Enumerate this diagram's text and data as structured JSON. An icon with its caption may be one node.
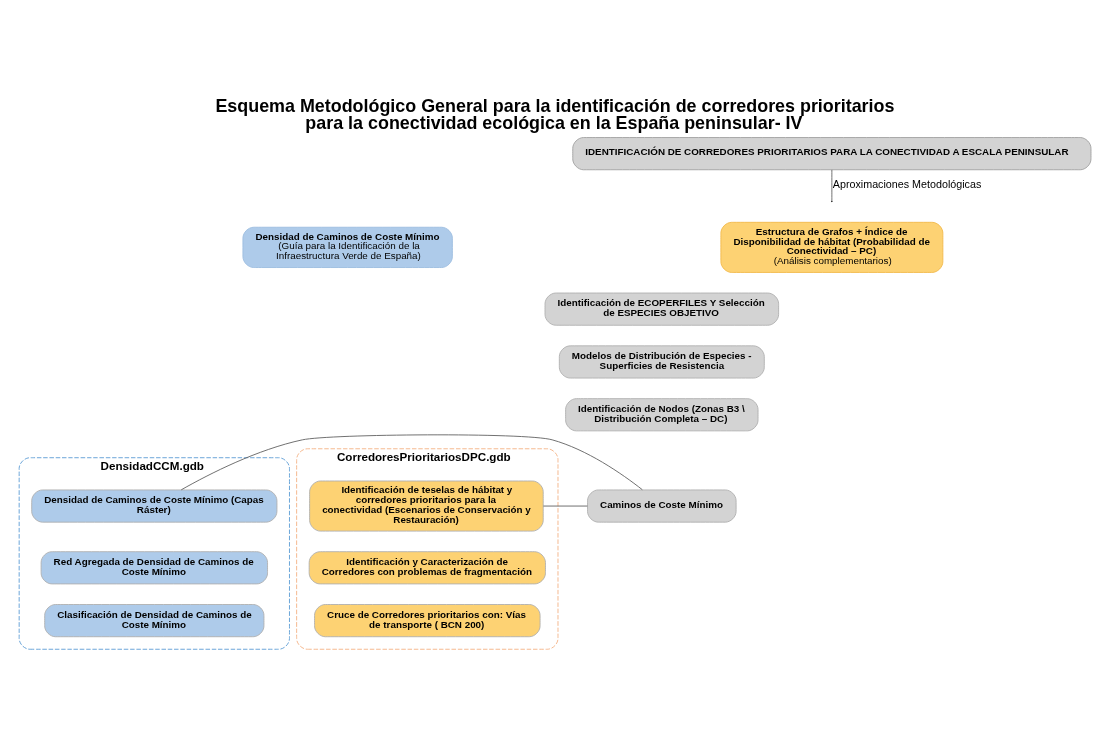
{
  "diagram": {
    "title": "Esquema Metodológico General para la identificación de corredores prioritarios para la conectividad ecológica en la España peninsular- IV",
    "nodes": [
      {
        "text": [
          "IDENTIFICACIÓN DE CORREDORES PRIORITARIOS PARA LA CONECTIVIDAD A ESCALA PENINSULAR"
        ]
      },
      {
        "text": [
          "Densidad de Caminos de Coste Mínimo",
          "(Guía para la Identificación de la Infraestructura Verde de España)"
        ]
      },
      {
        "text": [
          "Estructura de Grafos + Índice de Disponibilidad de hábitat (Probabilidad de Conectividad – PC)",
          "(Análisis complementarios)"
        ]
      },
      {
        "text": [
          "Identificación de ECOPERFILES Y Selección de ESPECIES OBJETIVO"
        ]
      },
      {
        "text": [
          "Modelos de Distribución de Especies - Superficies de Resistencia"
        ]
      },
      {
        "text": [
          "Identificación de Nodos (Zonas B3 \\ Distribución Completa – DC)"
        ]
      },
      {
        "text": [
          "DensidadCCM.gdb"
        ]
      },
      {
        "text": [
          "CorredoresPrioritariosDPC.gdb"
        ]
      },
      {
        "text": [
          "Caminos de Coste Mínimo"
        ]
      },
      {
        "text": [
          "Densidad de Caminos de Coste Mínimo (Capas Ráster)"
        ],
        "in": 6
      },
      {
        "text": [
          "Red Agregada de Densidad de Caminos de Coste Mínimo"
        ],
        "in": 6
      },
      {
        "text": [
          "Clasificación de Densidad de Caminos de Coste Mínimo"
        ],
        "in": 6
      },
      {
        "text": [
          "Identificación de teselas de hábitat y corredores prioritarios para la conectividad (Escenarios de Conservación y Restauración)"
        ],
        "in": 7
      },
      {
        "text": [
          "Identificación y Caracterización de Corredores con problemas de fragmentación"
        ],
        "in": 7
      },
      {
        "text": [
          "Cruce de Corredores prioritarios con: Vías de transporte ( BCN 200)"
        ],
        "in": 7
      }
    ],
    "edges": [
      {
        "from": 0,
        "to": null,
        "arrow": "none",
        "label": "Aproximaciones Metodológicas"
      },
      {
        "from": 9,
        "to": 8,
        "arrow": "none"
      },
      {
        "from": 8,
        "to": 12,
        "arrow": "none"
      }
    ]
  }
}
